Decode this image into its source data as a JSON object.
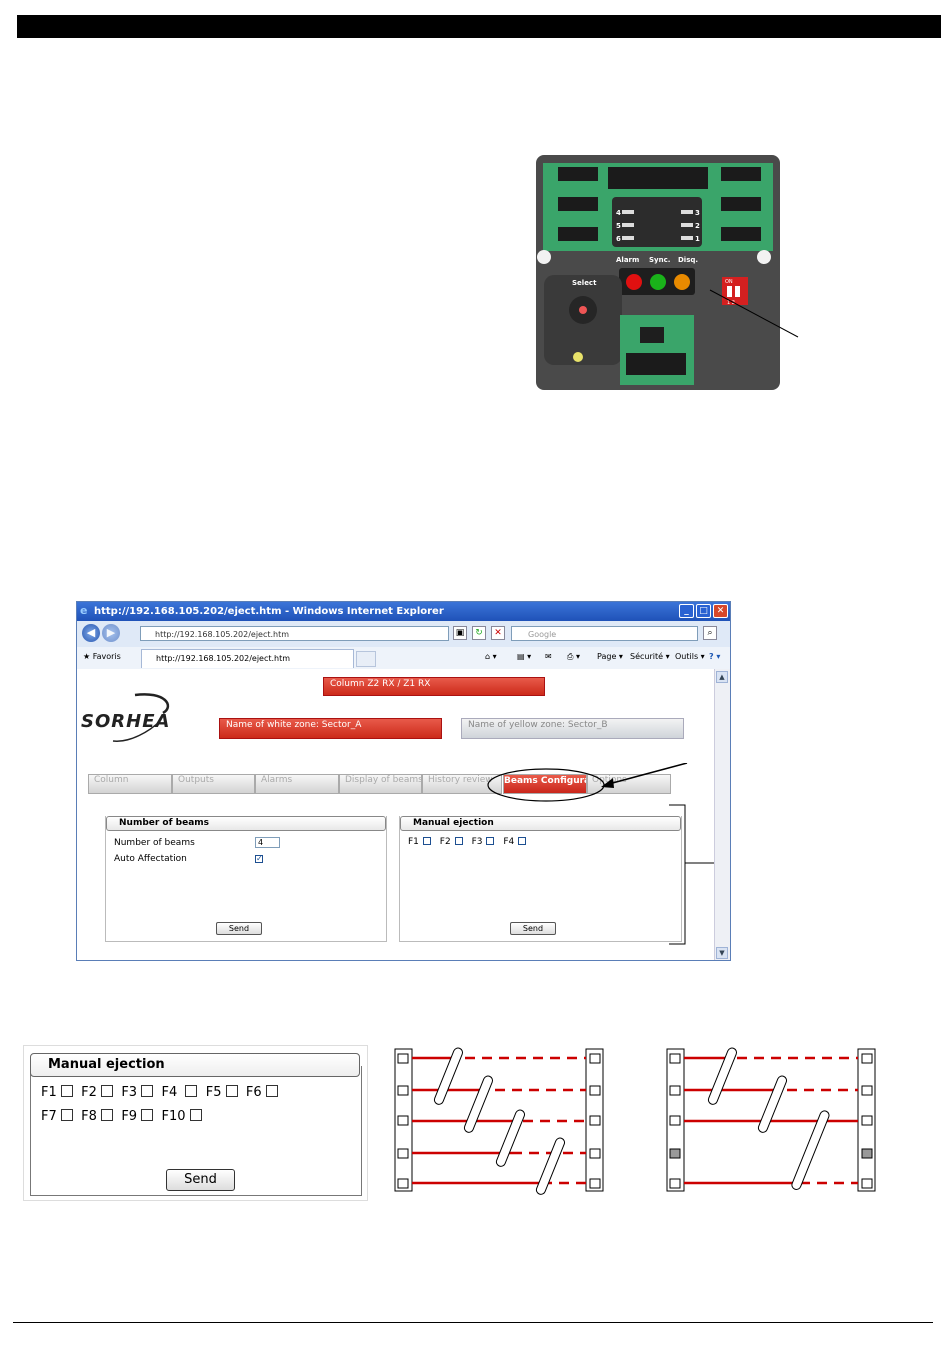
{
  "board": {
    "labels": {
      "alarm": "Alarm",
      "sync": "Sync.",
      "disq": "Disq.",
      "select": "Select",
      "on": "ON",
      "dip_numbers": "1 2"
    },
    "beam_numbers": [
      "4",
      "5",
      "6",
      "3",
      "2",
      "1"
    ],
    "led_colors": {
      "alarm": "#e01010",
      "sync": "#1ab21a",
      "disq": "#e88a00"
    }
  },
  "browser": {
    "title": "http://192.168.105.202/eject.htm - Windows Internet Explorer",
    "address": "http://192.168.105.202/eject.htm",
    "search_placeholder": "Google",
    "favorites_label": "Favoris",
    "tab_label": "http://192.168.105.202/eject.htm",
    "commands": {
      "page": "Page",
      "security": "Sécurité",
      "tools": "Outils"
    },
    "page": {
      "logo": "SORHEA",
      "column_label": "Column Z2 RX  /  Z1 RX",
      "white_zone": "Name of white zone: Sector_A",
      "yellow_zone": "Name of yellow zone: Sector_B",
      "tabs": [
        "Column",
        "Outputs",
        "Alarms",
        "Display of beams",
        "History review",
        "Beams Configurations",
        "Options"
      ],
      "number_of_beams_panel": {
        "title": "Number of beams",
        "number_label": "Number of beams",
        "number_value": "4",
        "auto_label": "Auto Affectation",
        "send": "Send"
      },
      "manual_ejection_panel": {
        "title": "Manual ejection",
        "options": [
          "F1",
          "F2",
          "F3",
          "F4"
        ],
        "send": "Send"
      }
    }
  },
  "manual_ejection_large": {
    "title": "Manual ejection",
    "row1": [
      "F1",
      "F2",
      "F3",
      "F4",
      "F5",
      "F6"
    ],
    "row2": [
      "F7",
      "F8",
      "F9",
      "F10"
    ],
    "send": "Send"
  },
  "colors": {
    "accent_red": "#cc2a1a",
    "beam_red": "#cc0000",
    "board_green": "#3aa56a"
  }
}
